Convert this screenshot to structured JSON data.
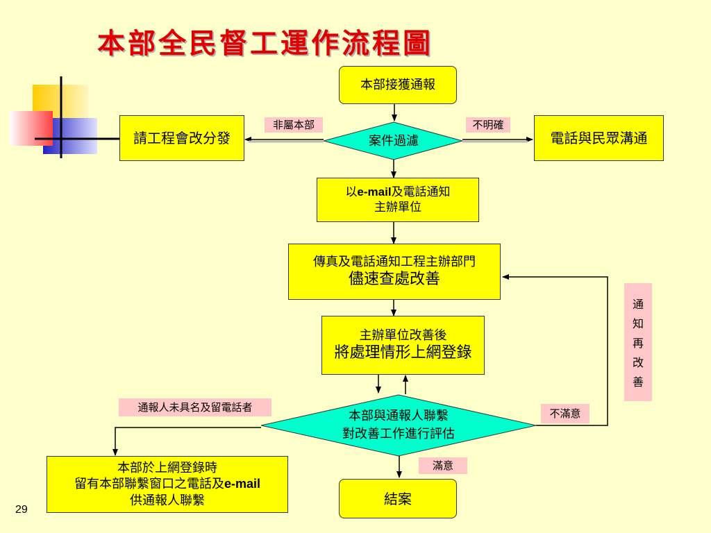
{
  "title": "本部全民督工運作流程圖",
  "page_number": "29",
  "nodes": {
    "receive": "本部接獲通報",
    "filter": "案件過濾",
    "reassign": "請工程會改分發",
    "phone_public": "電話與民眾溝通",
    "notify_email_a": "以",
    "notify_email_b": "e-mail",
    "notify_email_c": "及電話通知",
    "notify_email_2": "主辦單位",
    "fax_1": "傳真及電話通知工程主辦部門",
    "fax_2": "儘速查處改善",
    "record_1": "主辦單位改善後",
    "record_2": "將處理情形上網登錄",
    "evaluate_1": "本部與通報人聯繫",
    "evaluate_2": "對改善工作進行評估",
    "online_1": "本部於上網登錄時",
    "online_2a": "留有本部聯繫窗口之電話及",
    "online_2b": "e-mail",
    "online_3": "供通報人聯繫",
    "close": "結案"
  },
  "labels": {
    "not_ours": "非屬本部",
    "unclear": "不明確",
    "anonymous": "通報人未具名及留電話者",
    "unsatisfied": "不滿意",
    "satisfied": "滿意",
    "renotify": [
      "通",
      "知",
      "再",
      "改",
      "善"
    ]
  },
  "colors": {
    "box": "#ffff00",
    "diamond": "#00ffcc",
    "label_bg": "#ffc8c8",
    "title": "#e00000",
    "background": "#ffffcc"
  }
}
